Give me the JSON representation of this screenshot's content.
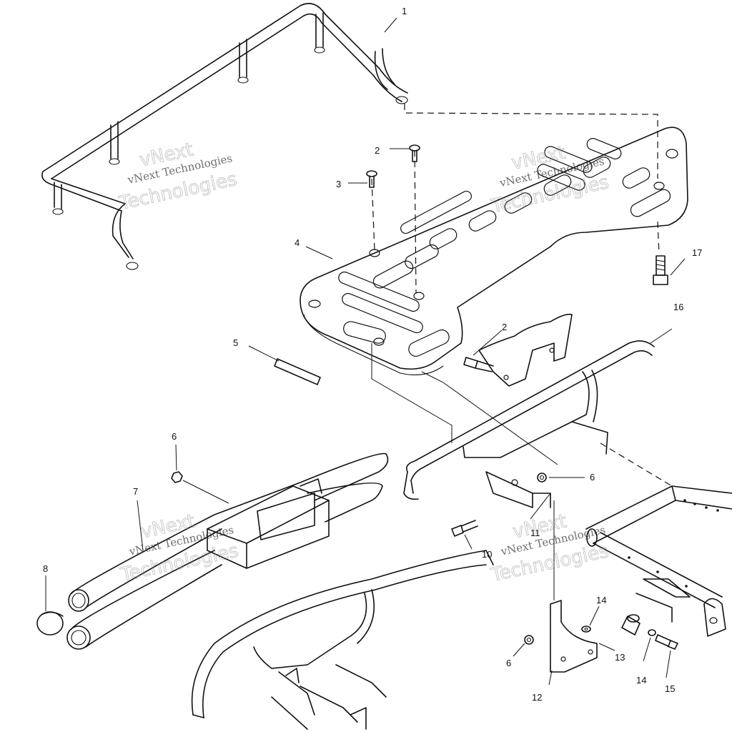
{
  "callouts": [
    {
      "id": "c1",
      "label": "1"
    },
    {
      "id": "c2a",
      "label": "2"
    },
    {
      "id": "c3",
      "label": "3"
    },
    {
      "id": "c4",
      "label": "4"
    },
    {
      "id": "c5",
      "label": "5"
    },
    {
      "id": "c2b",
      "label": "2"
    },
    {
      "id": "c16",
      "label": "16"
    },
    {
      "id": "c17",
      "label": "17"
    },
    {
      "id": "c6a",
      "label": "6"
    },
    {
      "id": "c6b",
      "label": "6"
    },
    {
      "id": "c7",
      "label": "7"
    },
    {
      "id": "c8",
      "label": "8"
    },
    {
      "id": "c10",
      "label": "10"
    },
    {
      "id": "c11",
      "label": "11"
    },
    {
      "id": "c12",
      "label": "12"
    },
    {
      "id": "c13",
      "label": "13"
    },
    {
      "id": "c14a",
      "label": "14"
    },
    {
      "id": "c14b",
      "label": "14"
    },
    {
      "id": "c15",
      "label": "15"
    },
    {
      "id": "c6c",
      "label": "6"
    }
  ],
  "watermark": {
    "company": "vNext Technologies",
    "line1": "vNext",
    "line2": "Technologies"
  }
}
